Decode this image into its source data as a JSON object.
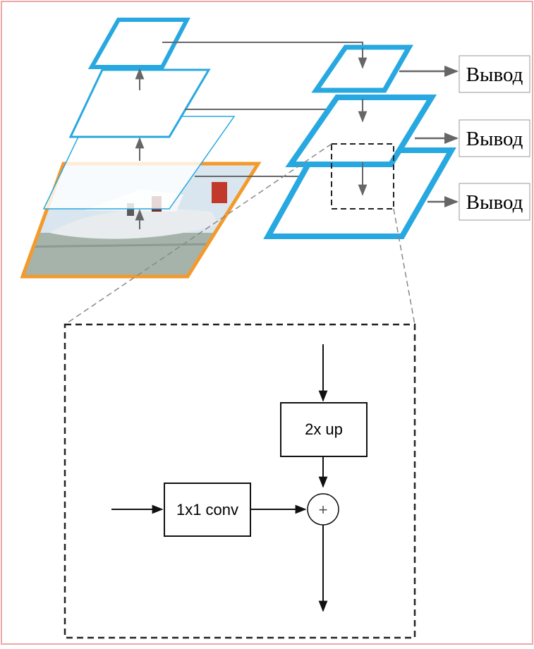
{
  "colors": {
    "pyramid_outline": "#28a8e0",
    "image_outline": "#f39a2b",
    "arrow": "#666666",
    "frame_border": "#f0a6a6",
    "dash": "#222222",
    "image_sky": "#d9e6f0",
    "image_water": "#a6b3aa"
  },
  "outputs": [
    {
      "label": "Вывод"
    },
    {
      "label": "Вывод"
    },
    {
      "label": "Вывод"
    }
  ],
  "detail": {
    "upsample_label": "2x up",
    "conv_label": "1x1 conv",
    "sum_symbol": "+"
  },
  "icons": {
    "input_image": "boat-photo-icon"
  }
}
